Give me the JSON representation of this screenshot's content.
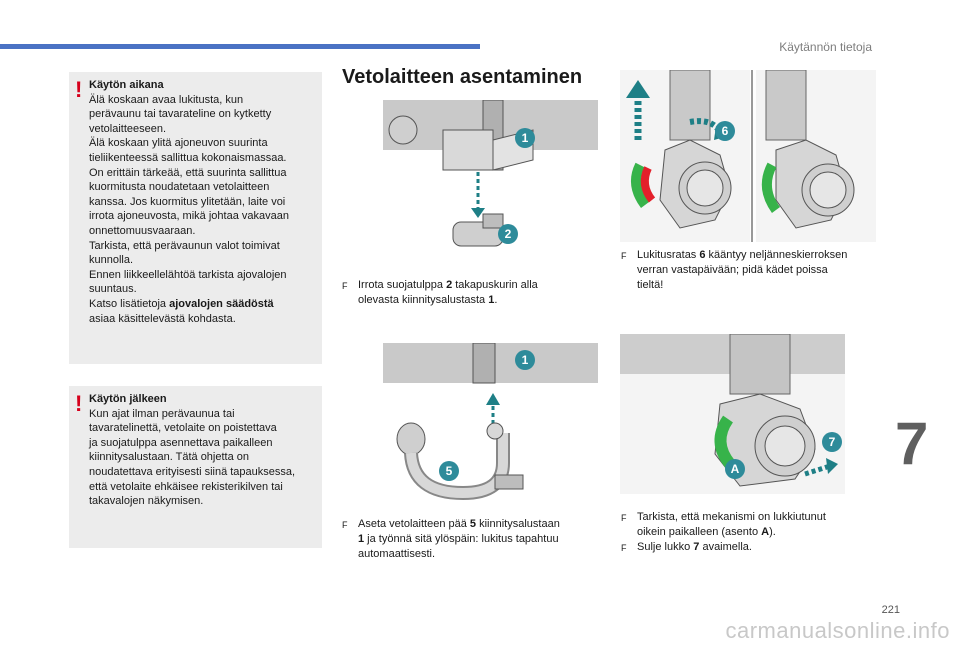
{
  "header": {
    "section_title": "Käytännön tietoja"
  },
  "chapter": {
    "number": "7"
  },
  "warning_1": {
    "icon": "!",
    "heading": "Käytön aikana",
    "lines": [
      "Älä koskaan avaa lukitusta, kun",
      "perävaunu tai tavarateline on kytketty",
      "vetolaitteeseen.",
      "Älä koskaan ylitä ajoneuvon suurinta",
      "tieliikenteessä sallittua kokonaismassaa.",
      "On erittäin tärkeää, että suurinta sallittua",
      "kuormitusta noudatetaan vetolaitteen",
      "kanssa. Jos kuormitus ylitetään, laite voi",
      "irrota ajoneuvosta, mikä johtaa vakavaan",
      "onnettomuusvaaraan.",
      "Tarkista, että perävaunun valot toimivat",
      "kunnolla.",
      "Ennen liikkeellelähtöä tarkista ajovalojen",
      "suuntaus."
    ],
    "ref_prefix": "Katso lisätietoja ",
    "ref_bold": "ajovalojen säädöstä",
    "ref_suffix": "asiaa käsittelevästä kohdasta."
  },
  "warning_2": {
    "icon": "!",
    "heading": "Käytön jälkeen",
    "lines": [
      "Kun ajat ilman perävaunua tai",
      "tavaratelinettä, vetolaite on poistettava",
      "ja suojatulppa asennettava paikalleen",
      "kiinnitysalustaan. Tätä ohjetta on",
      "noudatettava erityisesti siinä tapauksessa,",
      "että vetolaite ehkäisee rekisterikilven tai",
      "takavalojen näkymisen."
    ]
  },
  "main_title": "Vetolaitteen asentaminen",
  "steps": {
    "s1": {
      "bullet": "F",
      "pre": "Irrota suojatulppa ",
      "n1": "2",
      "mid": " takapuskurin alla",
      "line2_pre": "olevasta kiinnitysalustasta ",
      "n2": "1",
      "line2_suf": "."
    },
    "s2": {
      "bullet": "F",
      "pre": "Aseta vetolaitteen pää ",
      "n1": "5",
      "mid": " kiinnitysalustaan",
      "n2": "1",
      "line2_suf": " ja työnnä sitä ylöspäin: lukitus tapahtuu",
      "line3": "automaattisesti."
    },
    "s3": {
      "bullet": "F",
      "pre": "Lukitusratas ",
      "n1": "6",
      "mid": " kääntyy neljänneskierroksen",
      "line2": "verran vastapäivään; pidä kädet poissa",
      "line3": "tieltä!"
    },
    "s4": {
      "bullet": "F",
      "line1": "Tarkista, että mekanismi on lukkiutunut",
      "line2_pre": "oikein paikalleen (asento ",
      "pos": "A",
      "line2_suf": ")."
    },
    "s5": {
      "bullet": "F",
      "pre": "Sulje lukko ",
      "n1": "7",
      "suf": " avaimella."
    }
  },
  "figures": {
    "fig1": {
      "labels": [
        "1",
        "2"
      ]
    },
    "fig2": {
      "labels": [
        "1",
        "5"
      ]
    },
    "fig3": {
      "labels": [
        "6"
      ]
    },
    "fig4": {
      "labels": [
        "7",
        "A"
      ]
    }
  },
  "colors": {
    "accent": "#4a72c4",
    "label": "#2e8b9a",
    "warning": "#d6001c",
    "arrow": "#1e7f86",
    "green": "#37b34a",
    "red": "#e3202a"
  },
  "footer": {
    "page_number": "221",
    "watermark": "carmanualsonline.info"
  }
}
